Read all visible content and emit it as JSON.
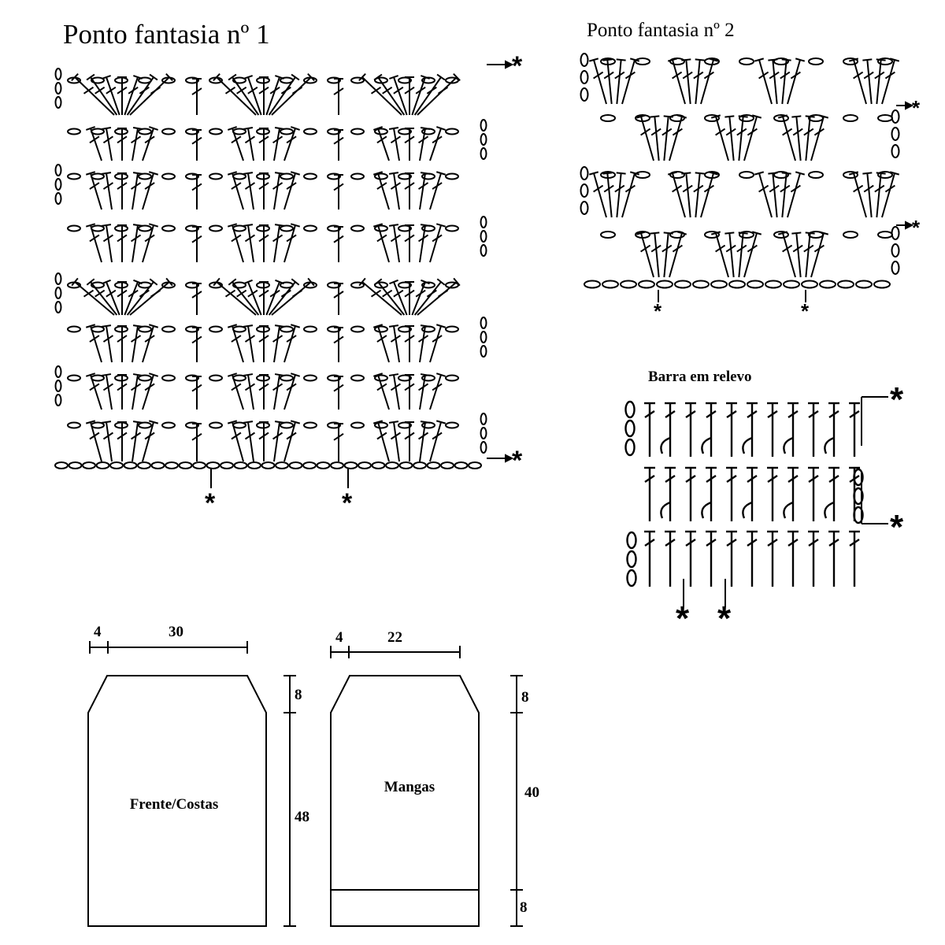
{
  "chart1": {
    "title": "Ponto fantasia nº 1",
    "marker": "*"
  },
  "chart2": {
    "title": "Ponto fantasia nº 2",
    "marker": "*"
  },
  "chart3": {
    "title": "Barra em relevo",
    "marker": "*"
  },
  "front": {
    "label": "Frente/Costas",
    "dim_side": "4",
    "dim_top": "30",
    "dim_upper": "8",
    "dim_body": "48"
  },
  "sleeve": {
    "label": "Mangas",
    "dim_side": "4",
    "dim_top": "22",
    "dim_upper": "8",
    "dim_body": "40",
    "dim_cuff": "8"
  }
}
